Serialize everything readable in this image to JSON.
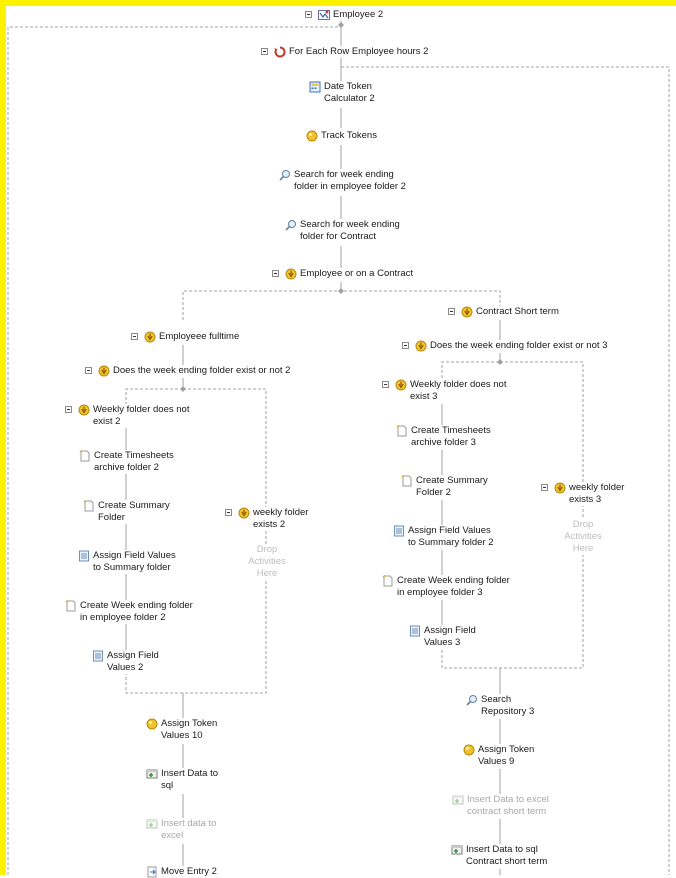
{
  "workflow": {
    "root": "Employee 2",
    "loop": "For Each Row Employee hours 2",
    "seq": [
      "Date Token\nCalculator 2",
      "Track Tokens",
      "Search for week ending\nfolder in employee folder 2",
      "Search for week ending\nfolder for Contract"
    ],
    "decision": "Employee or on a  Contract",
    "left": {
      "branch": "Employeee fulltime",
      "cond": "Does the week ending folder exist or not 2",
      "a_head": "Weekly folder does not\nexist 2",
      "a_items": [
        "Create Timesheets\narchive folder 2",
        "Create Summary\nFolder",
        "Assign Field Values\nto Summary folder",
        "Create Week ending folder\nin employee folder 2",
        "Assign Field\nValues 2"
      ],
      "b_head": "weekly folder\nexists 2",
      "b_drop": "Drop\nActivities\nHere",
      "after": [
        "Assign Token\nValues 10",
        "Insert Data to\nsql",
        "Insert data to\nexcel",
        "Move Entry 2"
      ]
    },
    "right": {
      "branch": "Contract Short term",
      "cond": "Does the week ending folder exist or not 3",
      "a_head": "Weekly folder does not\nexist 3",
      "a_items": [
        "Create Timesheets\narchive folder 3",
        "Create Summary\nFolder 2",
        "Assign Field Values\nto Summary folder 2",
        "Create Week ending folder\nin employee folder 3",
        "Assign Field\nValues 3"
      ],
      "b_head": "weekly folder\nexists 3",
      "b_drop": "Drop\nActivities\nHere",
      "after": [
        "Search\nRepository 3",
        "Assign Token\nValues 9",
        "Insert Data to excel\ncontract short term",
        "Insert Data to sql\nContract short term"
      ]
    }
  },
  "colors": {
    "frame": "#fff200",
    "connector": "#a0a0a0",
    "disabled": "#a8a8a8"
  }
}
